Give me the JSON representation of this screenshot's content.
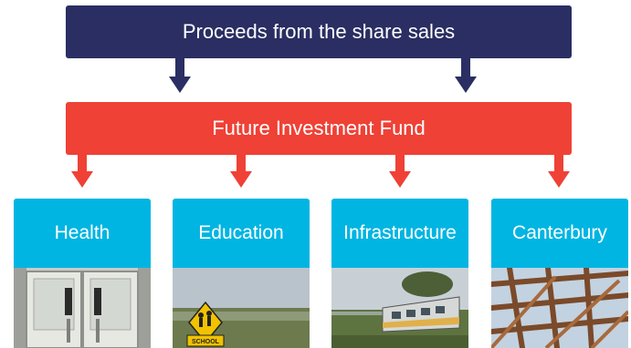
{
  "top": {
    "label": "Proceeds from the share sales"
  },
  "fund": {
    "label": "Future Investment Fund"
  },
  "categories": [
    {
      "label": "Health"
    },
    {
      "label": "Education"
    },
    {
      "label": "Infrastructure"
    },
    {
      "label": "Canterbury"
    }
  ],
  "colors": {
    "navy": "#2a2e62",
    "red": "#ef4136",
    "cyan": "#00b5e2"
  },
  "photos": {
    "education_sign": "SCHOOL"
  }
}
